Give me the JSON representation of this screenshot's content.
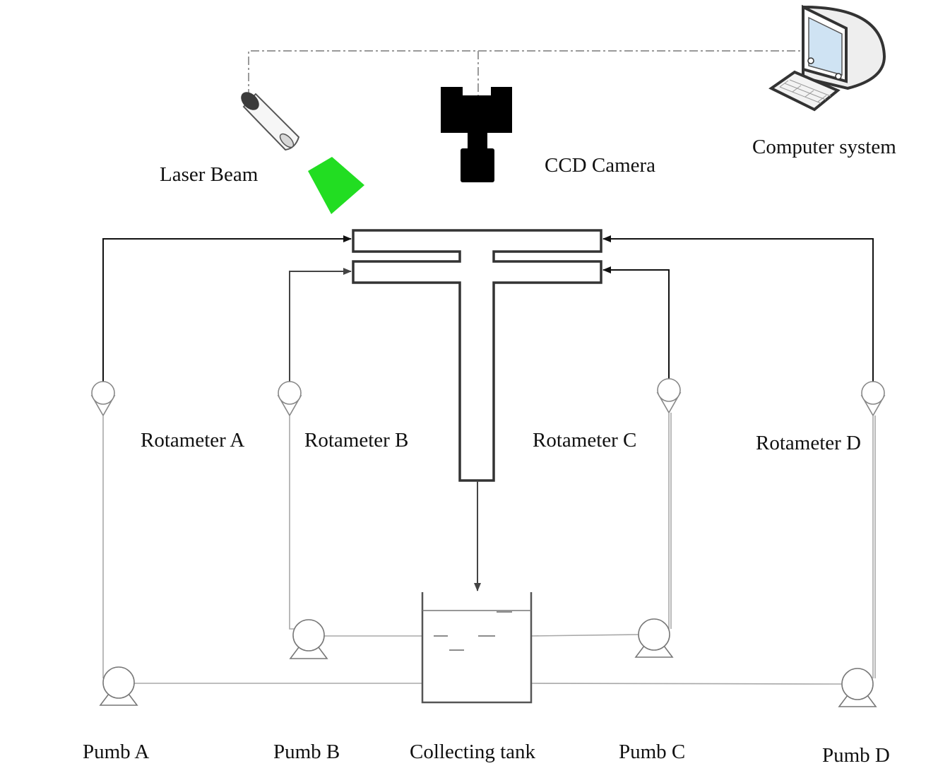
{
  "labels": {
    "laser": "Laser Beam",
    "camera": "CCD Camera",
    "computer": "Computer system",
    "rot_a": "Rotameter A",
    "rot_b": "Rotameter B",
    "rot_c": "Rotameter C",
    "rot_d": "Rotameter D",
    "pump_a": "Pumb A",
    "pump_b": "Pumb B",
    "pump_c": "Pumb C",
    "pump_d": "Pumb D",
    "tank": "Collecting tank"
  },
  "colors": {
    "laser_beam": "#22dd22",
    "line": "#111111",
    "light_line": "#999999",
    "signal": "#9a9a9a"
  }
}
